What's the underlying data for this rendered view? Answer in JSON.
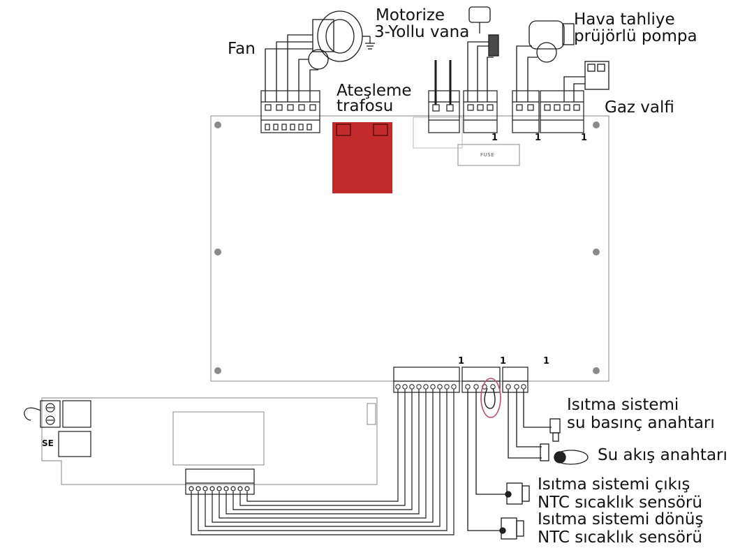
{
  "labels": {
    "fan": "Fan",
    "valve_line1": "Motorize",
    "valve_line2": "3-Yollu vana",
    "pump_line1": "Hava tahliye",
    "pump_line2": "prüjörlü pompa",
    "gas_valve": "Gaz valfi",
    "ignition_line1": "Ateşleme",
    "ignition_line2": "trafosu",
    "pressure_line1": "Isıtma sistemi",
    "pressure_line2": "su basınç anahtarı",
    "flow_switch": "Su akış anahtarı",
    "ntc_out_line1": "Isıtma sistemi çıkış",
    "ntc_out_line2": "NTC sıcaklık sensörü",
    "ntc_ret_line1": "Isıtma sistemi dönüş",
    "ntc_ret_line2": "NTC sıcaklık sensörü",
    "se": "SE",
    "fuse": "FUSE",
    "pin_one": "1"
  },
  "colors": {
    "line": "#1a1a1a",
    "board_border": "#9a9a9a",
    "transformer": "#c22a2c",
    "jumper_highlight": "#c24870",
    "mount_hole": "#8a8a8a"
  }
}
